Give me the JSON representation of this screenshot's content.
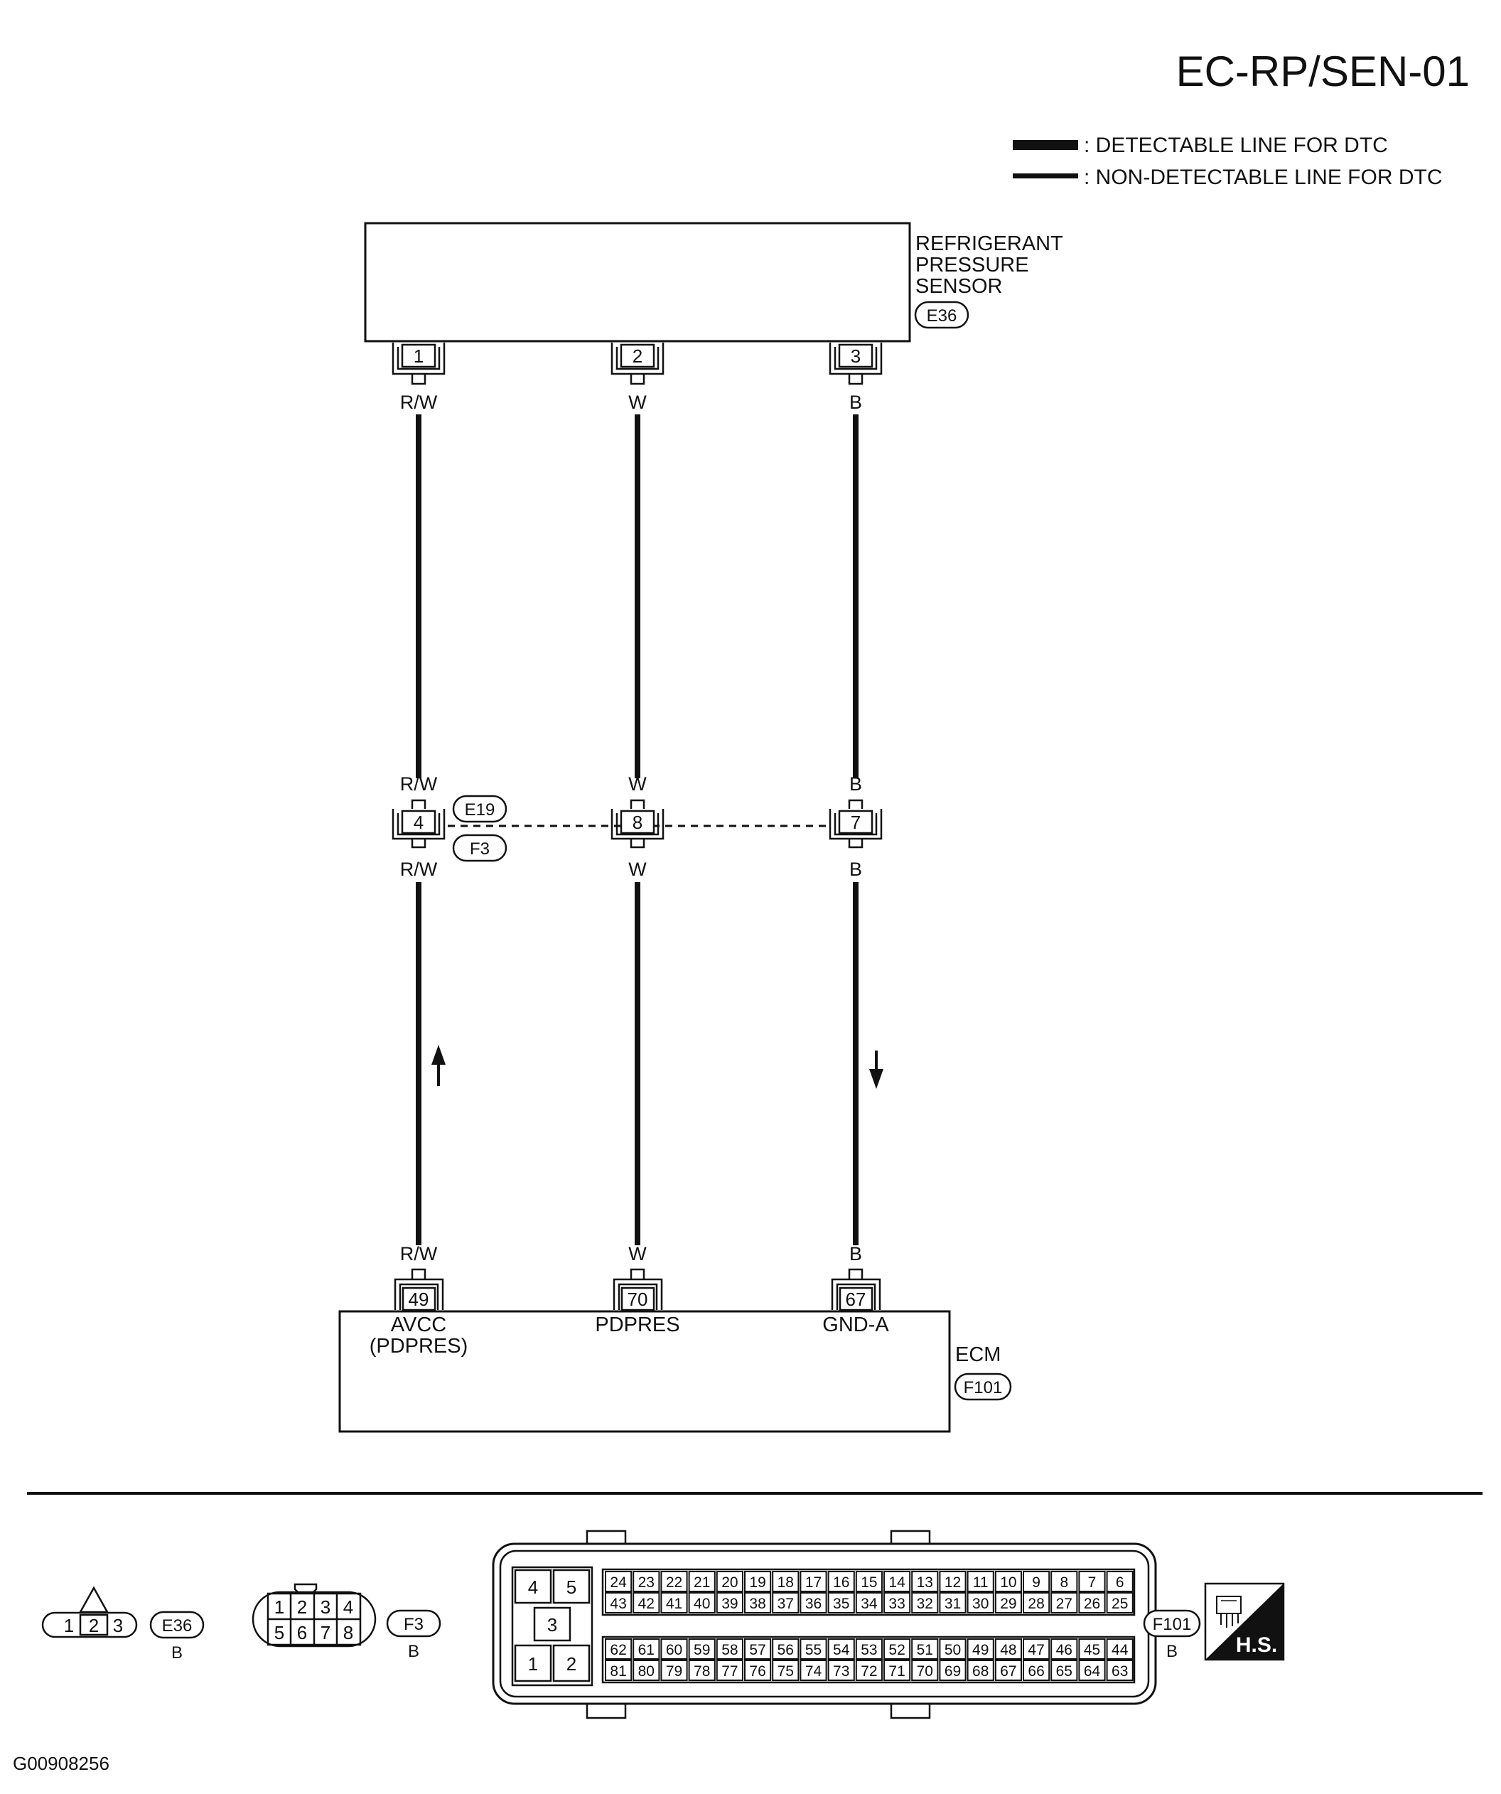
{
  "title": "EC-RP/SEN-01",
  "legend": {
    "detectable": ": DETECTABLE LINE FOR DTC",
    "non_detectable": ": NON-DETECTABLE LINE FOR DTC"
  },
  "sensor": {
    "name_lines": [
      "REFRIGERANT",
      "PRESSURE",
      "SENSOR"
    ],
    "connector": "E36",
    "pins": [
      "1",
      "2",
      "3"
    ]
  },
  "wires": [
    {
      "color": "R/W",
      "sensor_pin": "1",
      "junction_pin": "4",
      "ecm_pin": "49",
      "ecm_label_lines": [
        "AVCC",
        "(PDPRES)"
      ],
      "arrow": "up"
    },
    {
      "color": "W",
      "sensor_pin": "2",
      "junction_pin": "8",
      "ecm_pin": "70",
      "ecm_label_lines": [
        "PDPRES"
      ],
      "arrow": ""
    },
    {
      "color": "B",
      "sensor_pin": "3",
      "junction_pin": "7",
      "ecm_pin": "67",
      "ecm_label_lines": [
        "GND-A"
      ],
      "arrow": "down"
    }
  ],
  "junction": {
    "connector_top": "E19",
    "connector_bottom": "F3"
  },
  "ecm": {
    "name": "ECM",
    "connector": "F101"
  },
  "connector_views": [
    {
      "id": "E36",
      "color_code": "B",
      "pins": [
        "1",
        "2",
        "3"
      ]
    },
    {
      "id": "F3",
      "color_code": "B",
      "pins_top": [
        "1",
        "2",
        "3",
        "4"
      ],
      "pins_bottom": [
        "5",
        "6",
        "7",
        "8"
      ]
    },
    {
      "id": "F101",
      "color_code": "B",
      "block_pins": [
        "4",
        "5",
        "3",
        "1",
        "2"
      ],
      "rows": [
        [
          "24",
          "23",
          "22",
          "21",
          "20",
          "19",
          "18",
          "17",
          "16",
          "15",
          "14",
          "13",
          "12",
          "11",
          "10",
          "9",
          "8",
          "7",
          "6"
        ],
        [
          "43",
          "42",
          "41",
          "40",
          "39",
          "38",
          "37",
          "36",
          "35",
          "34",
          "33",
          "32",
          "31",
          "30",
          "29",
          "28",
          "27",
          "26",
          "25"
        ],
        [
          "62",
          "61",
          "60",
          "59",
          "58",
          "57",
          "56",
          "55",
          "54",
          "53",
          "52",
          "51",
          "50",
          "49",
          "48",
          "47",
          "46",
          "45",
          "44"
        ],
        [
          "81",
          "80",
          "79",
          "78",
          "77",
          "76",
          "75",
          "74",
          "73",
          "72",
          "71",
          "70",
          "69",
          "68",
          "67",
          "66",
          "65",
          "64",
          "63"
        ]
      ]
    }
  ],
  "hs_badge": "H.S.",
  "figure_id": "G00908256"
}
